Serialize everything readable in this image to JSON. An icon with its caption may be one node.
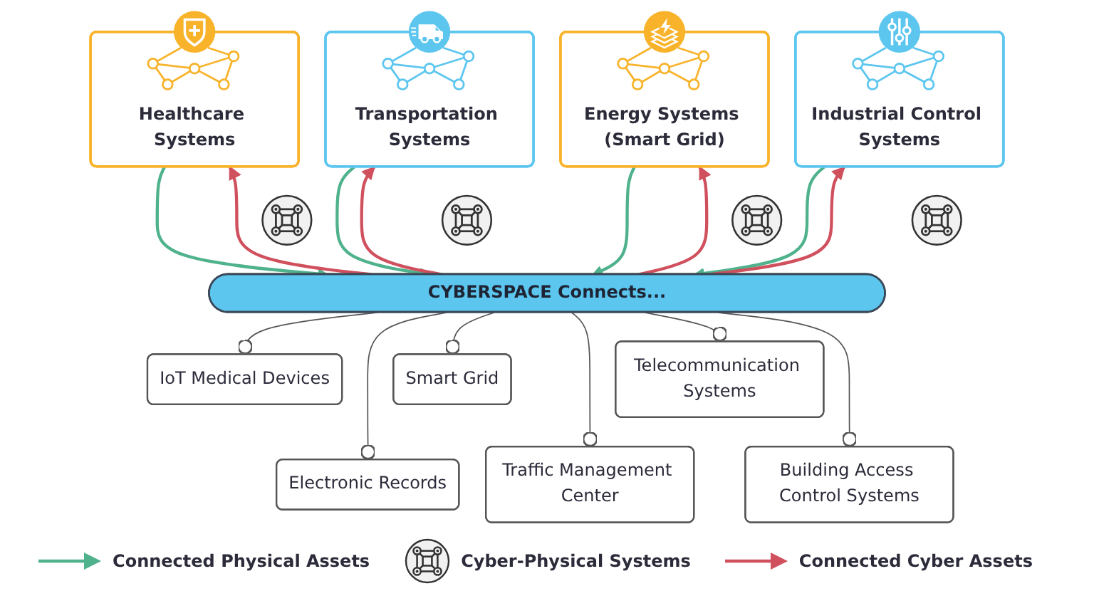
{
  "diagram": {
    "nodes": [
      {
        "text": [
          "Healthcare Systems"
        ]
      },
      {
        "text": [
          "Transportation Systems"
        ]
      },
      {
        "text": [
          "Energy Systems (Smart Grid)"
        ]
      },
      {
        "text": [
          "Industrial Control Systems"
        ]
      },
      {
        "text": [],
        "shape": "circle"
      },
      {
        "text": [],
        "shape": "circle"
      },
      {
        "text": [],
        "shape": "circle"
      },
      {
        "text": [],
        "shape": "circle"
      },
      {
        "text": [
          "CYBERSPACE Connects..."
        ]
      },
      {
        "text": [
          "IoT Medical Devices"
        ]
      },
      {
        "text": [
          "Electronic Records"
        ]
      },
      {
        "text": [
          "Smart Grid"
        ]
      },
      {
        "text": [
          "Traffic Management Center"
        ]
      },
      {
        "text": [
          "Telecommunication Systems"
        ]
      },
      {
        "text": [
          "Building Access Control Systems"
        ]
      }
    ],
    "edges": [
      {
        "from": 0,
        "to": 8,
        "arrow": "to",
        "color": "#4fb28d"
      },
      {
        "from": 8,
        "to": 0,
        "arrow": "to",
        "color": "#d0505e"
      },
      {
        "from": 1,
        "to": 8,
        "arrow": "to",
        "color": "#4fb28d"
      },
      {
        "from": 8,
        "to": 1,
        "arrow": "to",
        "color": "#d0505e"
      },
      {
        "from": 2,
        "to": 8,
        "arrow": "to",
        "color": "#4fb28d"
      },
      {
        "from": 8,
        "to": 2,
        "arrow": "to",
        "color": "#d0505e"
      },
      {
        "from": 3,
        "to": 8,
        "arrow": "to",
        "color": "#4fb28d"
      },
      {
        "from": 8,
        "to": 3,
        "arrow": "to",
        "color": "#d0505e"
      },
      {
        "from": 8,
        "to": 9,
        "arrow": "other"
      },
      {
        "from": 8,
        "to": 10,
        "arrow": "other"
      },
      {
        "from": 8,
        "to": 11,
        "arrow": "other"
      },
      {
        "from": 8,
        "to": 12,
        "arrow": "other"
      },
      {
        "from": 8,
        "to": 13,
        "arrow": "other"
      },
      {
        "from": 8,
        "to": 14,
        "arrow": "other"
      }
    ],
    "legend": [
      {
        "text": "Connected Physical Assets"
      },
      {
        "text": "Cyber-Physical Systems"
      },
      {
        "text": "Connected Cyber Assets"
      }
    ]
  }
}
